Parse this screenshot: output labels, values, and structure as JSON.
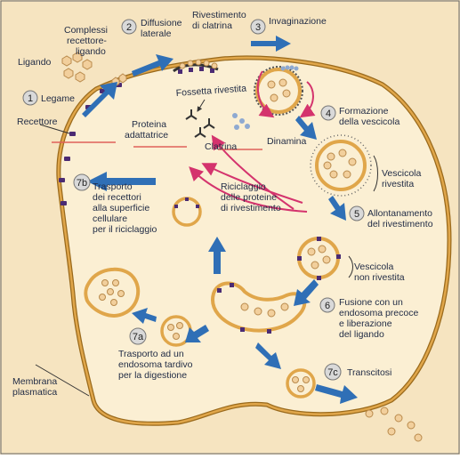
{
  "colors": {
    "background": "#f6e4c0",
    "cytoplasm": "#fbefd3",
    "membrane": "#e0a64a",
    "membrane_dark": "#9a6a1c",
    "arrow_blue": "#2f6fb6",
    "arrow_pink": "#d4336d",
    "ligand": "#f2cf9c",
    "ligand_stroke": "#b98a4c",
    "receptor": "#4b2b73",
    "clathrin": "#333333",
    "dynamin": "#8ea9d1",
    "adapter_line": "#e0605a",
    "badge_fill": "#d9d9d9"
  },
  "labels": {
    "ligando": "Ligando",
    "complessi": [
      "Complessi",
      "recettore-",
      "ligando"
    ],
    "recettore": "Recettore",
    "diffusione": [
      "Diffusione",
      "laterale"
    ],
    "rivestimento": [
      "Rivestimento",
      "di clatrina"
    ],
    "invaginazione": "Invaginazione",
    "legame": "Legame",
    "fossetta": "Fossetta rivestita",
    "proteina": [
      "Proteina",
      "adattatrice"
    ],
    "clatrina": "Clatrina",
    "dinamina": "Dinamina",
    "formazione": [
      "Formazione",
      "della vescicola"
    ],
    "vescicola_rivestita": [
      "Vescicola",
      "rivestita"
    ],
    "riciclaggio": [
      "Riciclaggio",
      "delle proteine",
      "di rivestimento"
    ],
    "allontanamento": [
      "Allontanamento",
      "del rivestimento"
    ],
    "trasporto_recettori": [
      "Trasporto",
      "dei recettori",
      "alla superficie",
      "cellulare",
      "per il riciclaggio"
    ],
    "vescicola_non_rivestita": [
      "Vescicola",
      "non rivestita"
    ],
    "fusione": [
      "Fusione con un",
      "endosoma precoce",
      "e liberazione",
      "del ligando"
    ],
    "trasporto_endosoma": [
      "Trasporto ad un",
      "endosoma tardivo",
      "per la digestione"
    ],
    "membrana": [
      "Membrana",
      "plasmatica"
    ],
    "transcitosi": "Transcitosi"
  },
  "steps": {
    "s1": "1",
    "s2": "2",
    "s3": "3",
    "s4": "4",
    "s5": "5",
    "s6": "6",
    "s7a": "7a",
    "s7b": "7b",
    "s7c": "7c"
  }
}
